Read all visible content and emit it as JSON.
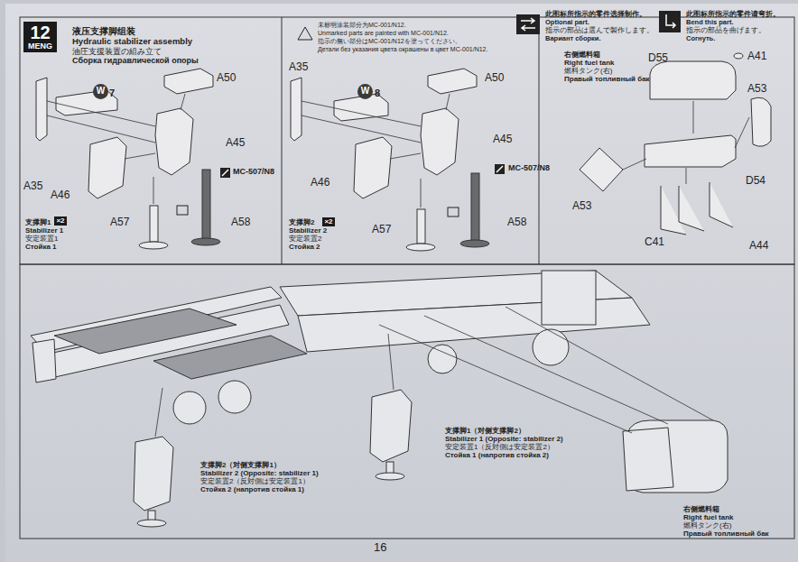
{
  "diagram": {
    "title": "Hydraulic stabilizer assembly",
    "nodes": [
      {
        "text": [
          "12",
          "MENG"
        ]
      },
      {
        "text": [
          "×2"
        ]
      },
      {
        "text": [
          "×2"
        ]
      },
      {
        "text": [
          "W"
        ]
      },
      {
        "text": [
          "W"
        ]
      }
    ],
    "labels": [
      "液压支撑脚组装",
      "油圧支援装置の組み立て",
      "Сборка гидравлической опоры",
      "A50",
      "A45",
      "A35",
      "A46",
      "A57",
      "A58",
      "MC-507/N8",
      "7",
      "支撑脚1",
      "Stabilizer 1",
      "安定装置1",
      "Стойка 1",
      "A35",
      "A50",
      "8",
      "A45",
      "A46",
      "MC-507/N8",
      "A57",
      "A58",
      "支撑脚2",
      "Stabilizer 2",
      "安定装置2",
      "Стойка 2",
      "未标明涂装部分为MC-001/N12.",
      "Unmarked parts are painted with MC-001/N12.",
      "指示の無い部分はMC-001/N12を塗ってください。",
      "Детали без указания цвета окрашены в цвет MC-001/N12.",
      "此图标所指示的零件选择制作。",
      "Optional part.",
      "指示の部品は選んで製作します。",
      "Вариант сборки.",
      "此图标所指示的零件请弯折。",
      "Bend this part.",
      "指示の部品を曲げます。",
      "Согнуть.",
      "右侧燃料箱",
      "Right fuel tank",
      "燃料タンク(右)",
      "Правый топливный бак",
      "D55",
      "A41",
      "A53",
      "D54",
      "A53",
      "C41",
      "A44",
      "支撑脚2（对侧支撑脚1）",
      "Stabilizer 2 (Opposite: stabilizer 1)",
      "安定装置2（反対側は安定装置1）",
      "Стойка 2 (напротив стойка 1)",
      "支撑脚1（对侧支撑脚2）",
      "Stabilizer 1 (Opposite: stabilizer 2)",
      "安定装置1（反対側は安定装置2）",
      "Стойка 1 (напротив стойка 2)",
      "右侧燃料箱",
      "Right fuel tank",
      "燃料タンク(右)",
      "Правый топливный бак",
      "16"
    ]
  }
}
